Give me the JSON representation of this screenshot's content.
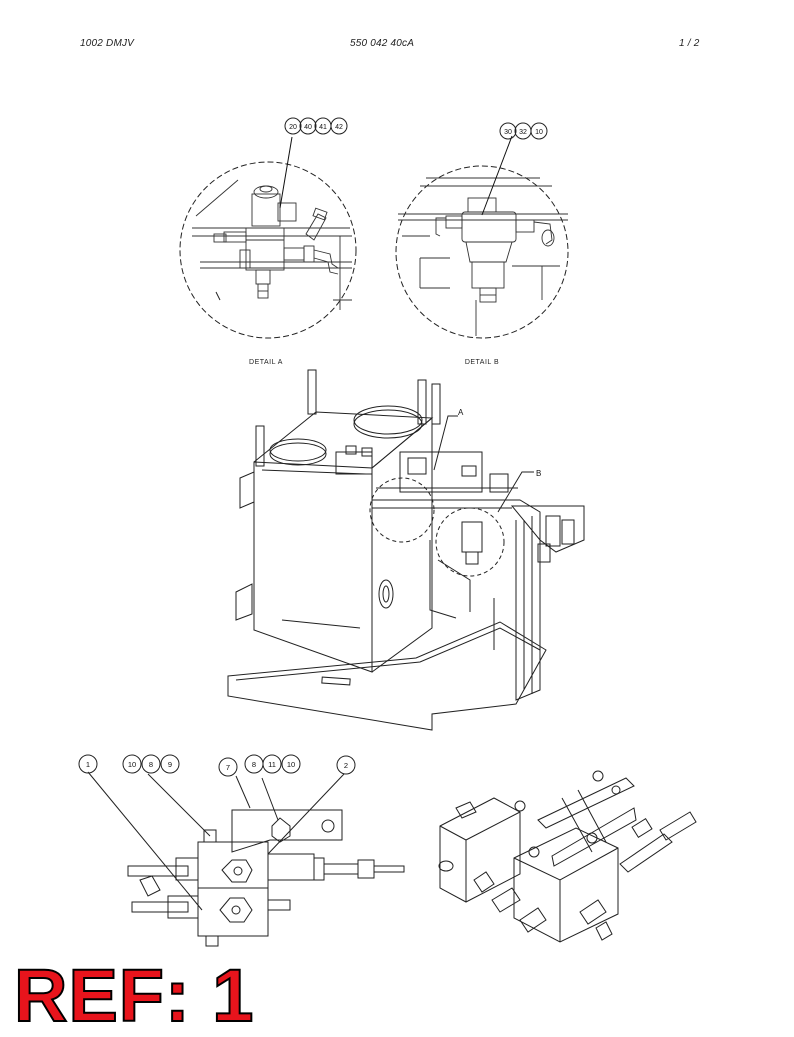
{
  "header": {
    "left": "1002 DMJV",
    "center": "550 042 40cA",
    "right": "1 /  2"
  },
  "details": {
    "a_label": "DETAIL  A",
    "b_label": "DETAIL  B",
    "a_callouts": [
      "20",
      "40",
      "41",
      "42"
    ],
    "b_callouts": [
      "30",
      "32",
      "10"
    ]
  },
  "assembly": {
    "marker_a": "A",
    "marker_b": "B"
  },
  "bottom_callouts": {
    "c1": "1",
    "c2": [
      "10",
      "8",
      "9"
    ],
    "c3": "7",
    "c4": [
      "8",
      "11",
      "10"
    ],
    "c5": "2"
  },
  "ref_stamp": "REF: 1"
}
